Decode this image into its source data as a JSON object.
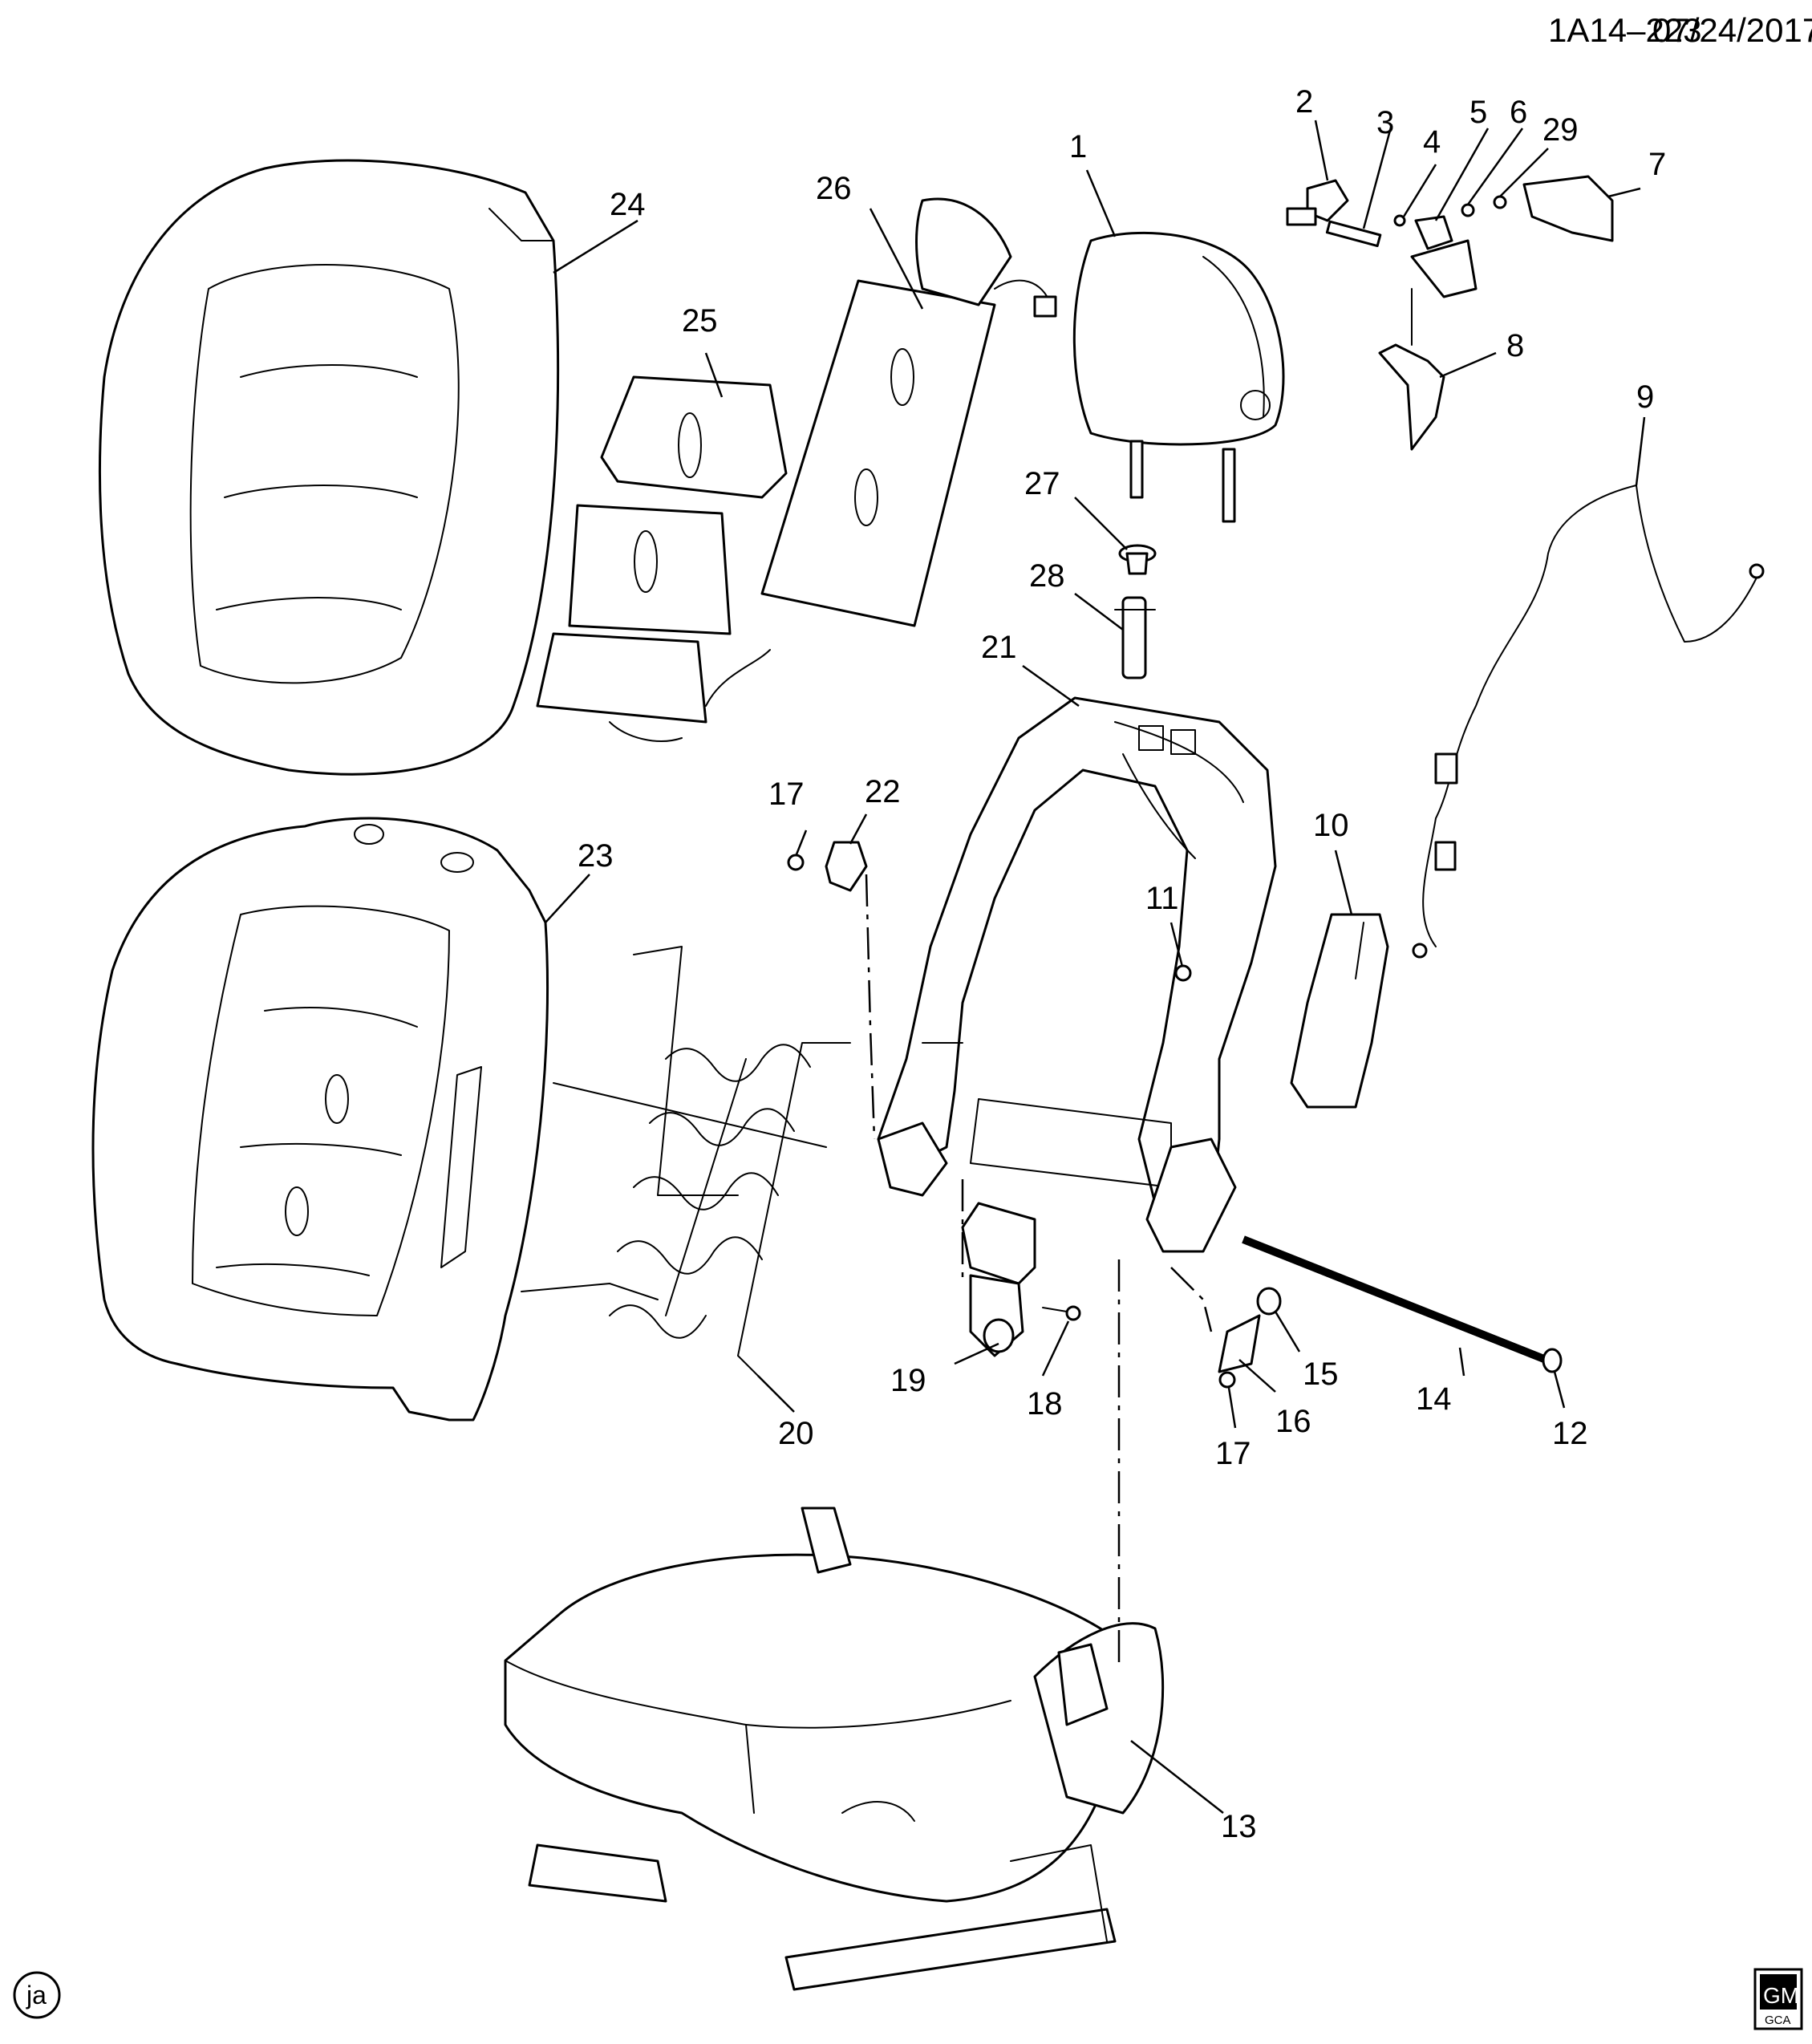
{
  "header": {
    "drawing_id": "1A14–223",
    "date": "07/24/2017"
  },
  "footer": {
    "artist_initials": "ja",
    "logo_top": "GM",
    "logo_bottom": "GCA"
  },
  "callouts": [
    "1",
    "2",
    "3",
    "4",
    "5",
    "6",
    "29",
    "7",
    "8",
    "9",
    "10",
    "11",
    "12",
    "13",
    "14",
    "15",
    "16",
    "17",
    "17",
    "18",
    "19",
    "20",
    "21",
    "22",
    "23",
    "24",
    "25",
    "26",
    "27",
    "28"
  ]
}
